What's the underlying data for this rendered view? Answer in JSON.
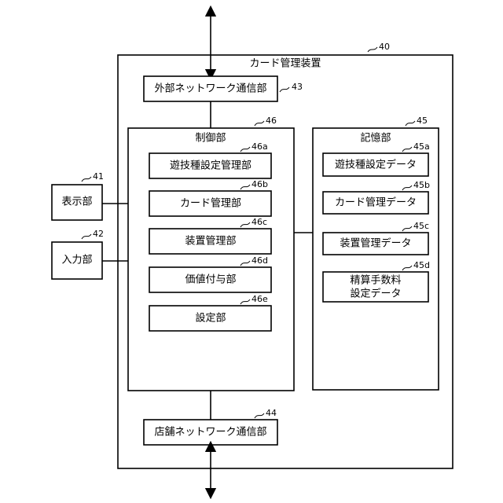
{
  "device": {
    "title": "カード管理装置",
    "ref": "40"
  },
  "external_network": {
    "label": "外部ネットワーク通信部",
    "ref": "43"
  },
  "store_network": {
    "label": "店舗ネットワーク通信部",
    "ref": "44"
  },
  "display": {
    "label": "表示部",
    "ref": "41"
  },
  "input": {
    "label": "入力部",
    "ref": "42"
  },
  "control": {
    "title": "制御部",
    "ref": "46",
    "items": [
      {
        "label": "遊技種設定管理部",
        "ref": "46a"
      },
      {
        "label": "カード管理部",
        "ref": "46b"
      },
      {
        "label": "装置管理部",
        "ref": "46c"
      },
      {
        "label": "価値付与部",
        "ref": "46d"
      },
      {
        "label": "設定部",
        "ref": "46e"
      }
    ]
  },
  "storage": {
    "title": "記憶部",
    "ref": "45",
    "items": [
      {
        "label": "遊技種設定データ",
        "ref": "45a"
      },
      {
        "label": "カード管理データ",
        "ref": "45b"
      },
      {
        "label": "装置管理データ",
        "ref": "45c"
      },
      {
        "label_line1": "精算手数料",
        "label_line2": "設定データ",
        "ref": "45d"
      }
    ]
  }
}
